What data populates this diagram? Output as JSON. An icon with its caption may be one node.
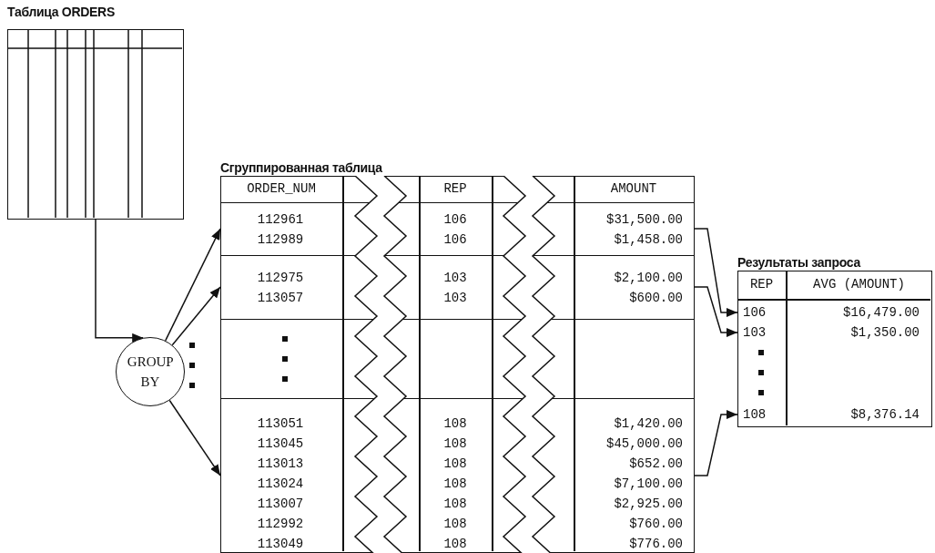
{
  "diagram": {
    "nodes": [
      {
        "text": [
          "Таблица ORDERS"
        ]
      },
      {
        "text": [
          "GROUP BY"
        ]
      },
      {
        "text": [
          "Сгруппированная таблица",
          "ORDER_NUM",
          "REP",
          "AMOUNT"
        ]
      },
      {
        "text": [
          "112961 112989",
          "106 106",
          "$31,500.00 $1,458.00"
        ],
        "in": 2
      },
      {
        "text": [
          "112975 113057",
          "103 103",
          "$2,100.00 $600.00"
        ],
        "in": 2
      },
      {
        "text": [],
        "shape": "box",
        "in": 2
      },
      {
        "text": [
          "113051 113045 113013 113024 113007 112992 113049",
          "108 108 108 108 108 108 108",
          "$1,420.00 $45,000.00 $652.00 $7,100.00 $2,925.00 $760.00 $776.00"
        ],
        "in": 2
      },
      {
        "text": [
          "Результаты запроса",
          "REP",
          "AVG (AMOUNT)"
        ]
      },
      {
        "text": [
          "106",
          "$16,479.00"
        ],
        "in": 7
      },
      {
        "text": [
          "103",
          "$1,350.00"
        ],
        "in": 7
      },
      {
        "text": [
          "108",
          "$8,376.14"
        ],
        "in": 7
      }
    ],
    "edges": [
      {
        "from": 0,
        "to": 1,
        "arrow": "to"
      },
      {
        "from": 1,
        "to": 3,
        "arrow": "to"
      },
      {
        "from": 1,
        "to": 4,
        "arrow": "to"
      },
      {
        "from": 1,
        "to": 6,
        "arrow": "to"
      },
      {
        "from": 3,
        "to": 8,
        "arrow": "to"
      },
      {
        "from": 4,
        "to": 9,
        "arrow": "to"
      },
      {
        "from": 6,
        "to": 10,
        "arrow": "to"
      }
    ]
  }
}
